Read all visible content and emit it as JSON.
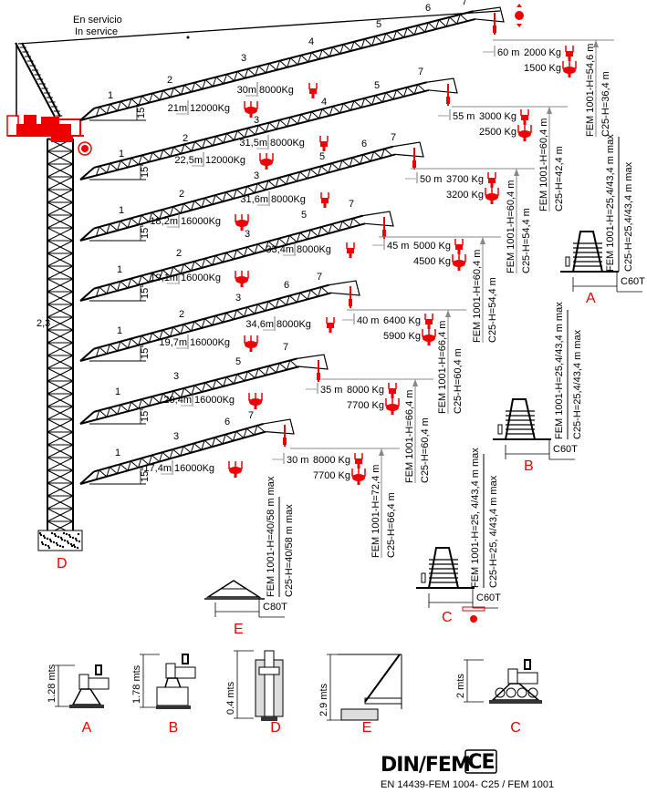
{
  "crane": {
    "status_es": "En servicio",
    "status_en": "In service",
    "mast_label": "2,3",
    "angle_label": "15°",
    "base_label": "D",
    "accent_color": "#e00000"
  },
  "jibs": [
    {
      "segments": [
        "1",
        "2",
        "3",
        "4",
        "5",
        "6",
        "7"
      ],
      "intermediate": [
        {
          "radius": "30m",
          "load": "8000Kg"
        },
        {
          "radius": "21m",
          "load": "12000Kg"
        }
      ],
      "tip": {
        "radius": "60 m",
        "load_2fall": "2000 Kg",
        "load_4fall": "1500 Kg"
      },
      "heights": {
        "fem": "FEM 1001-H=54,6 m",
        "c25": "C25-H=36,4 m"
      }
    },
    {
      "segments": [
        "1",
        "2",
        "3",
        "4",
        "5",
        "7"
      ],
      "intermediate": [
        {
          "radius": "31,5m",
          "load": "8000Kg"
        },
        {
          "radius": "22,5m",
          "load": "12000Kg"
        }
      ],
      "tip": {
        "radius": "55 m",
        "load_2fall": "3000 Kg",
        "load_4fall": "2500 Kg"
      },
      "heights": {
        "fem": "FEM 1001-H=60,4 m",
        "c25": "C25-H=42,4 m"
      }
    },
    {
      "segments": [
        "1",
        "2",
        "3",
        "5",
        "6",
        "7"
      ],
      "intermediate": [
        {
          "radius": "31,6m",
          "load": "8000Kg"
        },
        {
          "radius": "18,2m",
          "load": "16000Kg"
        }
      ],
      "tip": {
        "radius": "50 m",
        "load_2fall": "3700 Kg",
        "load_4fall": "3200 Kg"
      },
      "heights": {
        "fem": "FEM 1001-H=60,4 m",
        "c25": "C25-H=54,4 m"
      }
    },
    {
      "segments": [
        "1",
        "2",
        "3",
        "5",
        "7"
      ],
      "intermediate": [
        {
          "radius": "33,4m",
          "load": "8000Kg"
        },
        {
          "radius": "19,1m",
          "load": "16000Kg"
        }
      ],
      "tip": {
        "radius": "45 m",
        "load_2fall": "5000 Kg",
        "load_4fall": "4500 Kg"
      },
      "heights": {
        "fem": "FEM 1001-H=60,4 m",
        "c25": "C25-H=54,4 m"
      }
    },
    {
      "segments": [
        "1",
        "2",
        "3",
        "6",
        "7"
      ],
      "intermediate": [
        {
          "radius": "34,6m",
          "load": "8000Kg"
        },
        {
          "radius": "19,7m",
          "load": "16000Kg"
        }
      ],
      "tip": {
        "radius": "40 m",
        "load_2fall": "6400 Kg",
        "load_4fall": "5900 Kg"
      },
      "heights": {
        "fem": "FEM 1001-H=66,4 m",
        "c25": "C25-H=60,4 m"
      }
    },
    {
      "segments": [
        "1",
        "3",
        "5",
        "7"
      ],
      "intermediate": [
        {
          "radius": "20,4m",
          "load": "16000Kg"
        }
      ],
      "tip": {
        "radius": "35 m",
        "load_2fall": "8000 Kg",
        "load_4fall": "7700 Kg"
      },
      "heights": {
        "fem": "FEM 1001-H=66,4 m",
        "c25": "C25-H=60,4 m"
      }
    },
    {
      "segments": [
        "1",
        "3",
        "6",
        "7"
      ],
      "intermediate": [
        {
          "radius": "17,4m",
          "load": "16000Kg"
        }
      ],
      "tip": {
        "radius": "30 m",
        "load_2fall": "8000 Kg",
        "load_4fall": "7700 Kg"
      },
      "heights": {
        "fem": "FEM 1001-H=72,4 m",
        "c25": "C25-H=66,4 m"
      }
    }
  ],
  "footings": [
    {
      "label": "A",
      "ballast": "C60T",
      "fem": "FEM 1001-H=25,4/43,4 m max",
      "c25": "C25-H=25,4/43,4 m max"
    },
    {
      "label": "B",
      "ballast": "C60T",
      "fem": "FEM 1001-H=25,4/43,4 m max",
      "c25": "C25-H=25,4/43,4 m max"
    },
    {
      "label": "C",
      "ballast": "C60T",
      "fem": "FEM 1001-H=25, 4/43,4 m max",
      "c25": "C25-H=25, 4/43,4 m max"
    },
    {
      "label": "E",
      "ballast": "C80T",
      "fem": "FEM 1001-H=40/58 m max",
      "c25": "C25-H=40/58 m max"
    }
  ],
  "details": [
    {
      "label": "A",
      "dimension": "1.28 mts"
    },
    {
      "label": "B",
      "dimension": "1.78 mts"
    },
    {
      "label": "D",
      "dimension": "0.4 mts"
    },
    {
      "label": "E",
      "dimension": "2.9 mts"
    },
    {
      "label": "C",
      "dimension": "2 mts"
    }
  ],
  "certification": {
    "logo": "DIN/FEM",
    "ce_mark": "CE",
    "standards": "EN 14439-FEM 1004- C25 / FEM 1001"
  }
}
